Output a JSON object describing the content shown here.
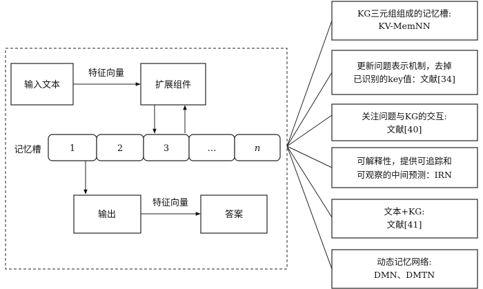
{
  "diagram": {
    "input_text": "输入文本",
    "extension_component": "扩展组件",
    "feature_vector_top": "特征向量",
    "memory_slot_label": "记忆槽",
    "slots": [
      "1",
      "2",
      "3",
      "…",
      "n"
    ],
    "output": "输出",
    "feature_vector_bottom": "特征向量",
    "answer": "答案"
  },
  "notes": [
    {
      "lines": [
        "KG三元组组成的记忆槽:",
        "KV-MemNN"
      ]
    },
    {
      "lines": [
        "更新问题表示机制，去掉",
        "已识别的key值：文献[34]"
      ]
    },
    {
      "lines": [
        "关注问题与KG的交互:",
        "文献[40]"
      ]
    },
    {
      "lines": [
        "可解释性，提供可追踪和",
        "可观察的中间预测：IRN"
      ]
    },
    {
      "lines": [
        "文本+KG:",
        "文献[41]"
      ]
    },
    {
      "lines": [
        "动态记忆网络:",
        "DMN、DMTN"
      ]
    }
  ]
}
